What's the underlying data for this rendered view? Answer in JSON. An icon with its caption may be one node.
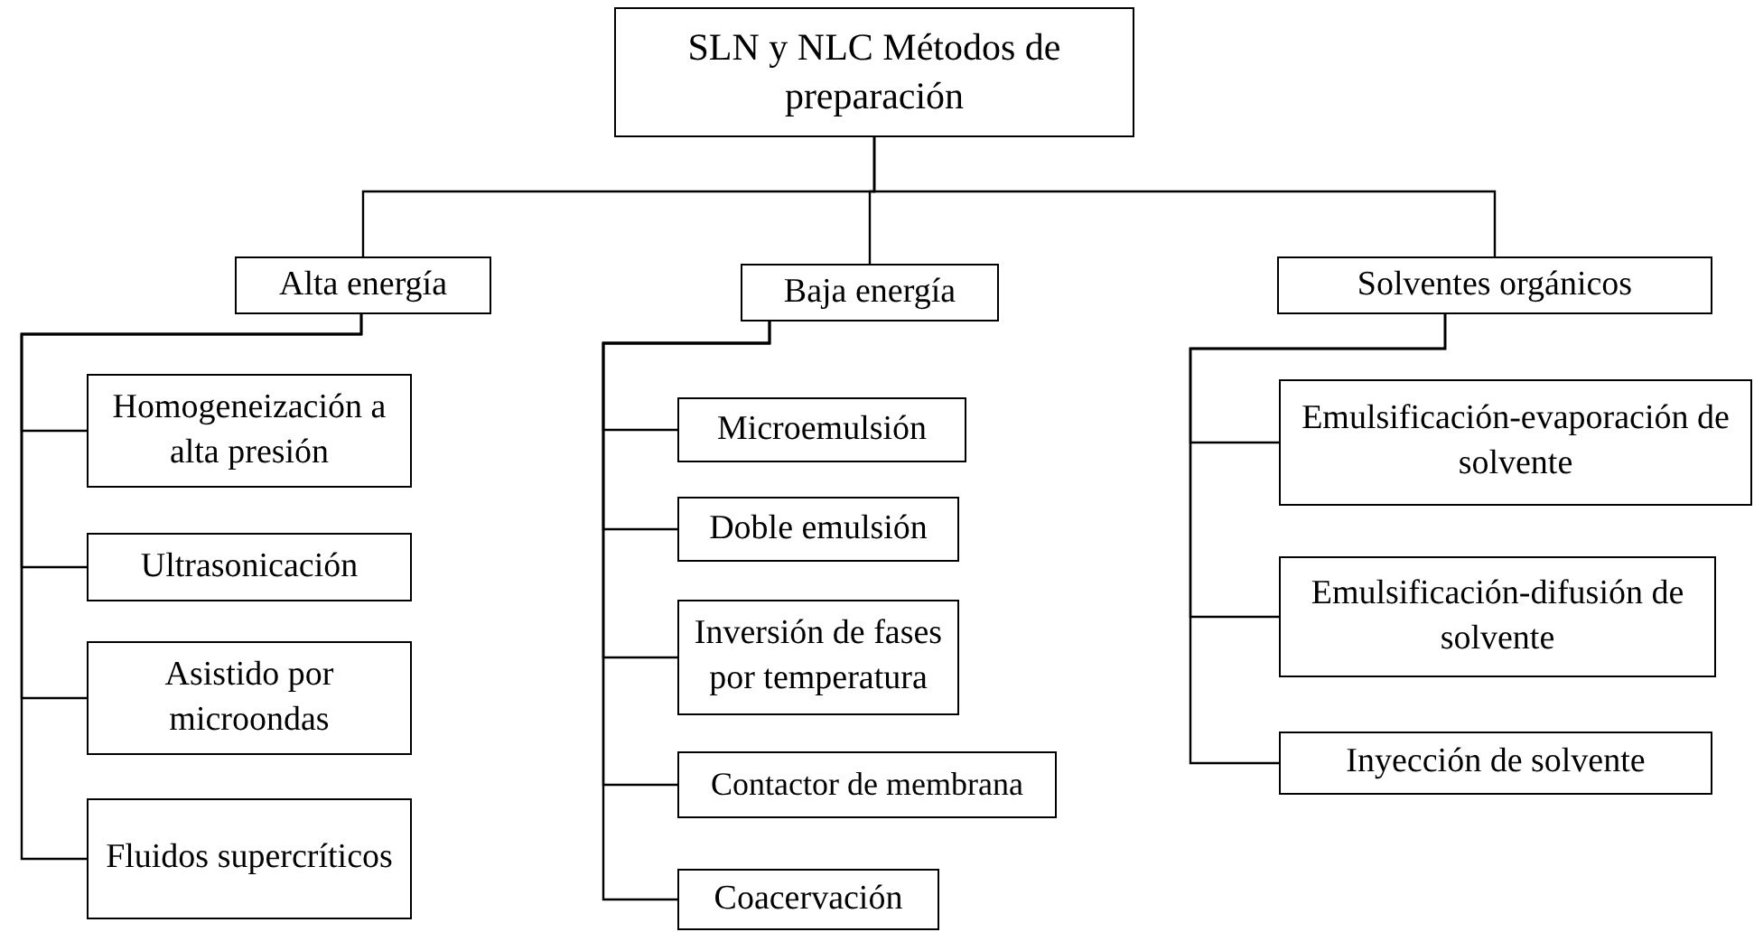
{
  "diagram": {
    "nodes": [
      {
        "text": [
          "SLN y NLC Métodos de preparación"
        ]
      },
      {
        "text": [
          "Alta energía"
        ]
      },
      {
        "text": [
          "Baja energía"
        ]
      },
      {
        "text": [
          "Solventes orgánicos"
        ]
      },
      {
        "text": [
          "Homogeneización a alta presión"
        ]
      },
      {
        "text": [
          "Ultrasonicación"
        ]
      },
      {
        "text": [
          "Asistido por microondas"
        ]
      },
      {
        "text": [
          "Fluidos supercríticos"
        ]
      },
      {
        "text": [
          "Microemulsión"
        ]
      },
      {
        "text": [
          "Doble emulsión"
        ]
      },
      {
        "text": [
          "Inversión de fases por temperatura"
        ]
      },
      {
        "text": [
          "Contactor de membrana"
        ]
      },
      {
        "text": [
          "Coacervación"
        ]
      },
      {
        "text": [
          "Emulsificación-evaporación de solvente"
        ]
      },
      {
        "text": [
          "Emulsificación-difusión de solvente"
        ]
      },
      {
        "text": [
          "Inyección de solvente"
        ]
      }
    ],
    "edges": [
      {
        "from": 0,
        "to": 1,
        "arrow": "none"
      },
      {
        "from": 0,
        "to": 2,
        "arrow": "none"
      },
      {
        "from": 0,
        "to": 3,
        "arrow": "none"
      },
      {
        "from": 1,
        "to": 4,
        "arrow": "none"
      },
      {
        "from": 1,
        "to": 5,
        "arrow": "none"
      },
      {
        "from": 1,
        "to": 6,
        "arrow": "none"
      },
      {
        "from": 1,
        "to": 7,
        "arrow": "none"
      },
      {
        "from": 2,
        "to": 8,
        "arrow": "none"
      },
      {
        "from": 2,
        "to": 9,
        "arrow": "none"
      },
      {
        "from": 2,
        "to": 10,
        "arrow": "none"
      },
      {
        "from": 2,
        "to": 11,
        "arrow": "none"
      },
      {
        "from": 2,
        "to": 12,
        "arrow": "none"
      },
      {
        "from": 3,
        "to": 13,
        "arrow": "none"
      },
      {
        "from": 3,
        "to": 14,
        "arrow": "none"
      },
      {
        "from": 3,
        "to": 15,
        "arrow": "none"
      }
    ]
  }
}
